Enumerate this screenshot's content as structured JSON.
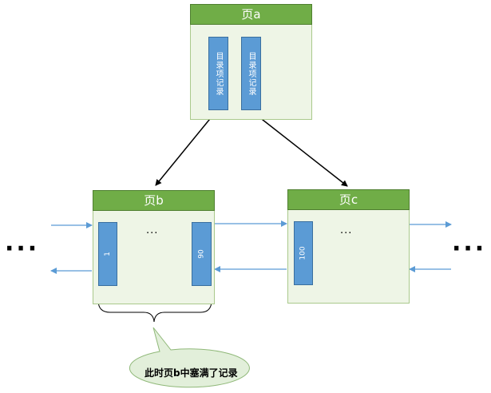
{
  "pages": {
    "a": {
      "title": "页a",
      "records": [
        "目录项记录",
        "目录项记录"
      ]
    },
    "b": {
      "title": "页b",
      "first_record": "1",
      "last_record": "90",
      "ellipsis": "···"
    },
    "c": {
      "title": "页c",
      "first_record": "100",
      "ellipsis": "···"
    }
  },
  "outer_ellipsis_left": "···",
  "outer_ellipsis_right": "···",
  "callout": "此时页b中塞满了记录",
  "colors": {
    "page_header": "#70ad47",
    "page_body": "#eef5e6",
    "record": "#5b9bd5",
    "link_arrow": "#5b9bd5",
    "callout_fill": "#e2efda"
  }
}
